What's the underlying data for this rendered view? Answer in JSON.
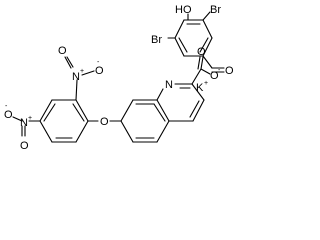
{
  "molecule": {
    "atoms": {
      "o_nitro_top_left": "O",
      "n_nitro_top": "N",
      "n_nitro_top_charge": "+",
      "o_nitro_top_right": "O",
      "o_nitro_top_right_charge": "-",
      "o_nitro_bottom_left": "O",
      "o_nitro_bottom_left_charge": "-",
      "n_nitro_bottom": "N",
      "n_nitro_bottom_charge": "+",
      "o_nitro_bottom_down": "O",
      "o_ether": "O",
      "n_quinoline": "N",
      "o_carbonyl": "O",
      "o_carboxylate": "O",
      "o_carboxylate_charge": "-",
      "ho_phenol": "HO",
      "br_right": "Br",
      "br_left": "Br",
      "o_aldehyde": "O",
      "k_ion": "K",
      "k_ion_charge": "+"
    }
  }
}
